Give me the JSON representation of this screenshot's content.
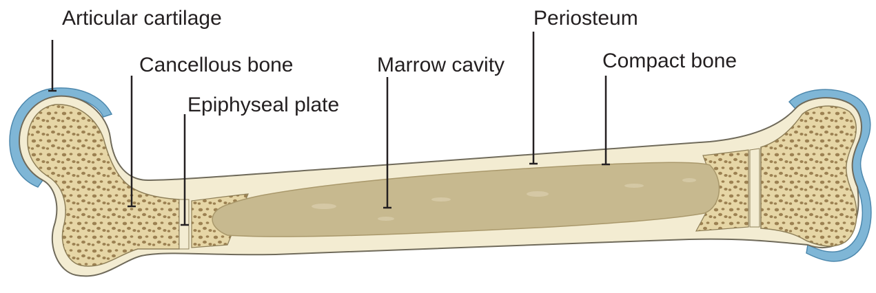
{
  "labels": {
    "articular_cartilage": "Articular cartilage",
    "cancellous_bone": "Cancellous bone",
    "epiphyseal_plate": "Epiphyseal plate",
    "marrow_cavity": "Marrow cavity",
    "periosteum": "Periosteum",
    "compact_bone": "Compact bone"
  },
  "colors": {
    "cartilage": "#7fb6d6",
    "compact": "#f3ecd2",
    "cancellous_bg": "#e6d6a6",
    "cancellous_pore": "#9c8152",
    "marrow": "#c7b98f",
    "outline": "#6f6a5a",
    "leader": "#231f20"
  }
}
